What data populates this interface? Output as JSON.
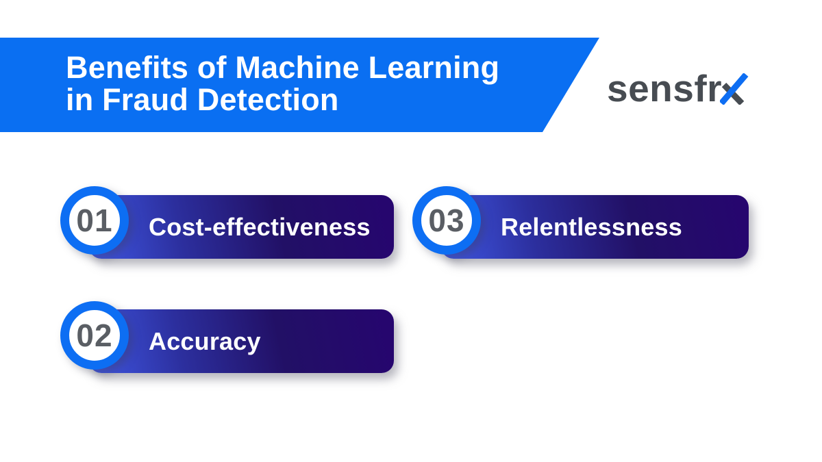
{
  "header": {
    "title_line1": "Benefits of Machine Learning",
    "title_line2": "in Fraud Detection"
  },
  "logo": {
    "name": "sensfrx",
    "wordmark": "sensfr",
    "x_glyph": "stylized-x"
  },
  "benefits": [
    {
      "number": "01",
      "label": "Cost-effectiveness"
    },
    {
      "number": "02",
      "label": "Accuracy"
    },
    {
      "number": "03",
      "label": "Relentlessness"
    }
  ],
  "colors": {
    "banner_blue": "#0a6ff2",
    "ring_blue": "#0d6ef3",
    "pill_gradient_start": "#4058e5",
    "pill_gradient_end": "#26056f",
    "number_gray": "#5a5e64",
    "logo_gray": "#474c52",
    "logo_x_blue": "#0d6ef3",
    "title_white": "#ffffff"
  }
}
